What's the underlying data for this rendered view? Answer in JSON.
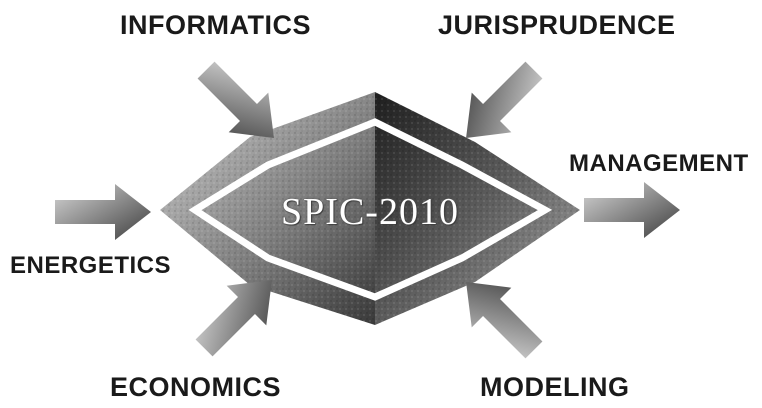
{
  "diagram": {
    "center_label": "SPIC-2010",
    "disciplines": {
      "informatics": "INFORMATICS",
      "jurisprudence": "JURISPRUDENCE",
      "management": "MANAGEMENT",
      "energetics": "ENERGETICS",
      "economics": "ECONOMICS",
      "modeling": "MODELING"
    },
    "colors": {
      "text": "#1a1a1a",
      "diamond_dark": "#2b2b2b",
      "diamond_mid": "#8a8a8a",
      "arrow": "#5a5a5a"
    }
  }
}
